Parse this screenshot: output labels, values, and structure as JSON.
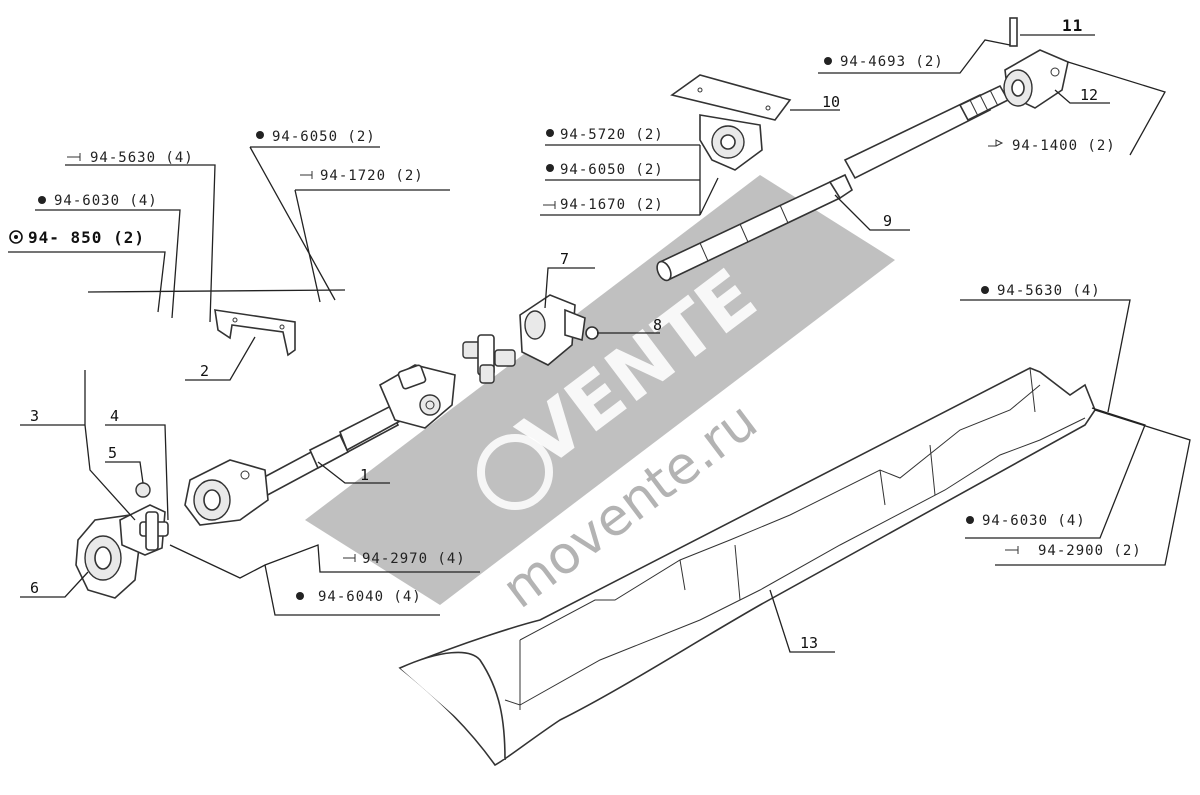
{
  "callouts": {
    "c1": "1",
    "c2": "2",
    "c3": "3",
    "c4": "4",
    "c5": "5",
    "c6": "6",
    "c7": "7",
    "c8": "8",
    "c9": "9",
    "c10": "10",
    "c11": "11",
    "c12": "12",
    "c13": "13"
  },
  "parts": {
    "p_94_4693": "94-4693 (2)",
    "p_94_5720": "94-5720 (2)",
    "p_94_6050_mid": "94-6050 (2)",
    "p_94_1670": "94-1670 (2)",
    "p_94_1400": "94-1400 (2)",
    "p_94_6050_left": "94-6050 (2)",
    "p_94_5630_left": "94-5630 (4)",
    "p_94_1720": "94-1720 (2)",
    "p_94_6030_left": "94-6030 (4)",
    "p_94_850": "94- 850 (2)",
    "p_94_5630_right": "94-5630 (4)",
    "p_94_2970": "94-2970 (4)",
    "p_94_6040": "94-6040 (4)",
    "p_94_6030_right": "94-6030 (4)",
    "p_94_2900": "94-2900 (2)"
  },
  "watermark": {
    "brand": "VENTE",
    "site": "movente.ru"
  }
}
